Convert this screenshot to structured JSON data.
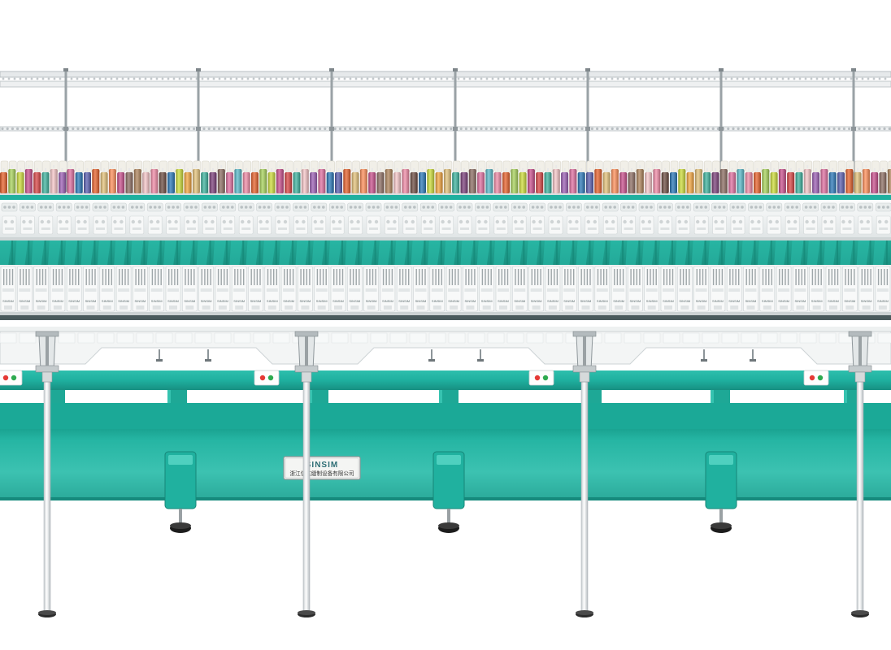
{
  "image": {
    "subject": "multi-head embroidery machine",
    "background": "#ffffff"
  },
  "brand_plate": {
    "brand": "SINSIM",
    "company_cn": "浙江信胜缝制设备有限公司"
  },
  "head_badge_text": "SINSIM",
  "colors": {
    "machine_teal": "#1fb09f",
    "teal_dark": "#138f80",
    "teal_light": "#5ccfbf",
    "panel_white": "#f2f4f4",
    "rack_gray": "#c9ced1",
    "indicator_red": "#e53935",
    "indicator_green": "#2eaa4f",
    "foot_black": "#1c1c1c"
  },
  "thread_colors": [
    "#e8622c",
    "#f4a640",
    "#c94f8c",
    "#7b3f7a",
    "#f6c6c8",
    "#59b9c9",
    "#2a78b8",
    "#a8d35b",
    "#e4c27a",
    "#d94545",
    "#8d6e63",
    "#9c5fb5",
    "#f08aa6",
    "#5a5fb0",
    "#cddc39",
    "#ff8f5a",
    "#3db39e",
    "#b0855c",
    "#e06fa0",
    "#6d4c41"
  ]
}
